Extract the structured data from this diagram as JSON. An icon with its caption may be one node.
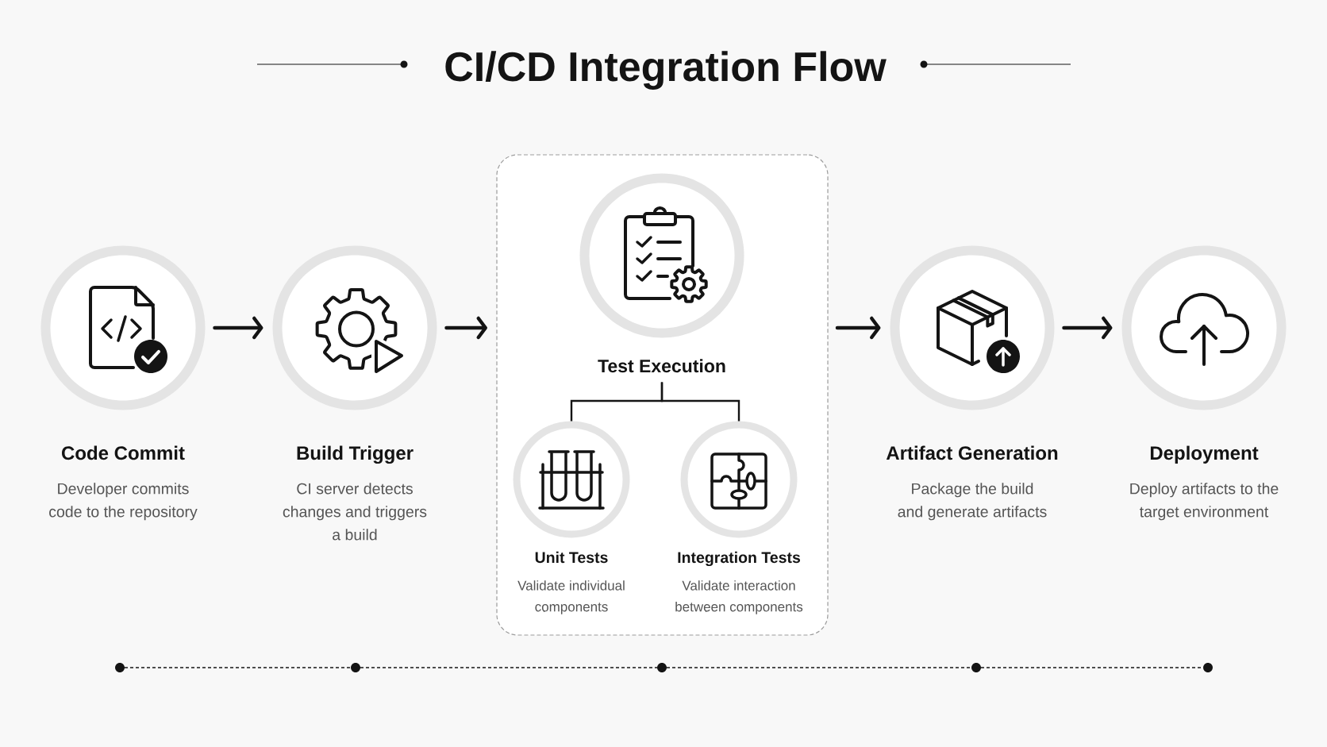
{
  "diagram": {
    "title": "CI/CD Integration Flow",
    "nodes": [
      {
        "text": [
          "Code Commit",
          "Developer commits code to the repository"
        ]
      },
      {
        "text": [
          "Build Trigger",
          "CI server detects changes and triggers a build"
        ]
      },
      {
        "text": [],
        "shape": "box"
      },
      {
        "text": [
          "Test Execution"
        ],
        "in": 2
      },
      {
        "text": [
          "Unit Tests",
          "Validate individual components"
        ],
        "in": 2
      },
      {
        "text": [
          "Integration Tests",
          "Validate interaction between components"
        ],
        "in": 2
      },
      {
        "text": [
          "Artifact Generation",
          "Package the build and generate artifacts"
        ]
      },
      {
        "text": [
          "Deployment",
          "Deploy artifacts to the target environment"
        ]
      },
      {
        "text": [],
        "shape": "circle"
      },
      {
        "text": [],
        "shape": "circle"
      },
      {
        "text": [],
        "shape": "circle"
      },
      {
        "text": [],
        "shape": "circle"
      },
      {
        "text": [],
        "shape": "circle"
      }
    ],
    "edges": [
      {
        "from": 0,
        "to": 1,
        "arrow": "to"
      },
      {
        "from": 1,
        "to": 2,
        "arrow": "to"
      },
      {
        "from": 2,
        "to": 6,
        "arrow": "to"
      },
      {
        "from": 6,
        "to": 7,
        "arrow": "to"
      },
      {
        "from": 3,
        "to": 4,
        "arrow": "none"
      },
      {
        "from": 3,
        "to": 5,
        "arrow": "none"
      },
      {
        "from": 8,
        "to": 9,
        "arrow": "none",
        "style": "dashed"
      },
      {
        "from": 9,
        "to": 10,
        "arrow": "none",
        "style": "dashed"
      },
      {
        "from": 10,
        "to": 11,
        "arrow": "none",
        "style": "dashed"
      },
      {
        "from": 11,
        "to": 12,
        "arrow": "none",
        "style": "dashed"
      }
    ]
  }
}
